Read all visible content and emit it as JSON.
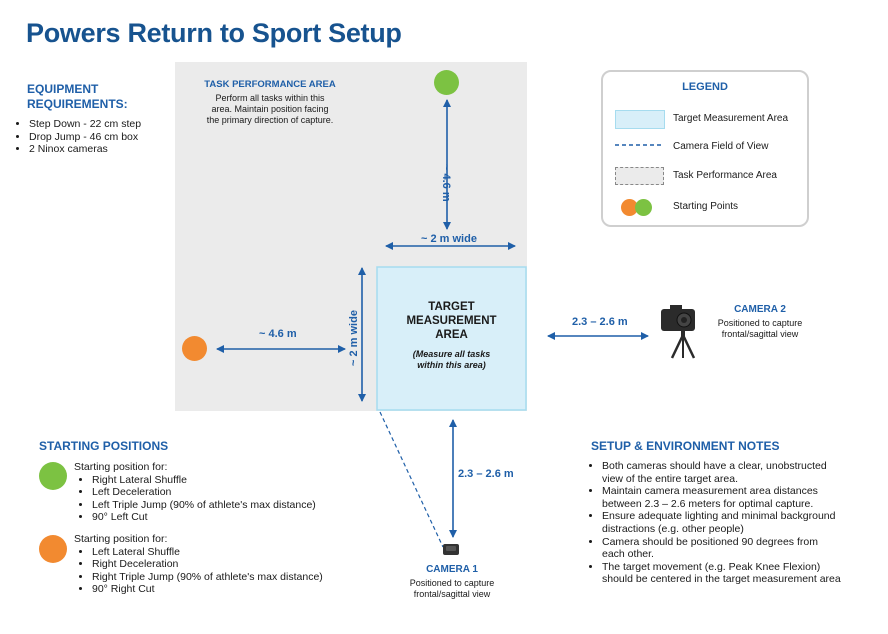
{
  "title": "Powers Return to Sport Setup",
  "equipment": {
    "heading_line1": "EQUIPMENT",
    "heading_line2": "REQUIREMENTS:",
    "items": [
      "Step Down - 22 cm step",
      "Drop Jump - 46 cm box",
      "2 Ninox cameras"
    ]
  },
  "task_area": {
    "heading": "TASK PERFORMANCE AREA",
    "desc_line1": "Perform all tasks within this",
    "desc_line2": "area. Maintain position facing",
    "desc_line3": "the primary direction of capture."
  },
  "legend": {
    "title": "LEGEND",
    "items": [
      "Target Measurement Area",
      "Camera Field of View",
      "Task Performance Area",
      "Starting Points"
    ]
  },
  "dimensions": {
    "vertical_top": "~ 4.6 m",
    "width_top": "~ 2 m wide",
    "left_horizontal": "~ 4.6 m",
    "left_vertical": "~ 2 m wide",
    "camera2_distance": "2.3 – 2.6 m",
    "camera1_distance": "2.3 – 2.6 m"
  },
  "target": {
    "line1": "TARGET",
    "line2": "MEASUREMENT",
    "line3": "AREA",
    "note1": "(Measure all tasks",
    "note2": "within this area)"
  },
  "camera1": {
    "label": "CAMERA 1",
    "desc1": "Positioned to capture",
    "desc2": "frontal/sagittal view"
  },
  "camera2": {
    "label": "CAMERA 2",
    "desc1": "Positioned to capture",
    "desc2": "frontal/sagittal view"
  },
  "starting_positions": {
    "heading": "STARTING POSITIONS",
    "green": {
      "intro": "Starting position for:",
      "items": [
        "Right Lateral Shuffle",
        "Left Deceleration",
        "Left Triple Jump (90% of athlete's max distance)",
        "90° Left Cut"
      ]
    },
    "orange": {
      "intro": "Starting position for:",
      "items": [
        "Left Lateral Shuffle",
        "Right Deceleration",
        "Right Triple Jump (90% of athlete's max distance)",
        "90° Right Cut"
      ]
    }
  },
  "notes": {
    "heading": "SETUP & ENVIRONMENT NOTES",
    "items": [
      [
        "Both cameras should have a clear, unobstructed",
        "view of the entire target area."
      ],
      [
        "Maintain camera measurement area distances",
        "between 2.3 – 2.6 meters for optimal capture."
      ],
      [
        "Ensure adequate lighting and minimal background",
        "distractions (e.g. other people)"
      ],
      [
        "Camera should be positioned 90 degrees from",
        "each other."
      ],
      [
        "The target movement (e.g. Peak Knee Flexion)",
        "should be centered in the target measurement area"
      ]
    ]
  },
  "colors": {
    "title": "#17538f",
    "accent": "#1f5fa8",
    "green": "#7cc242",
    "orange": "#f28a30",
    "target_fill": "#d6eef8",
    "task_fill": "#ebebeb"
  }
}
